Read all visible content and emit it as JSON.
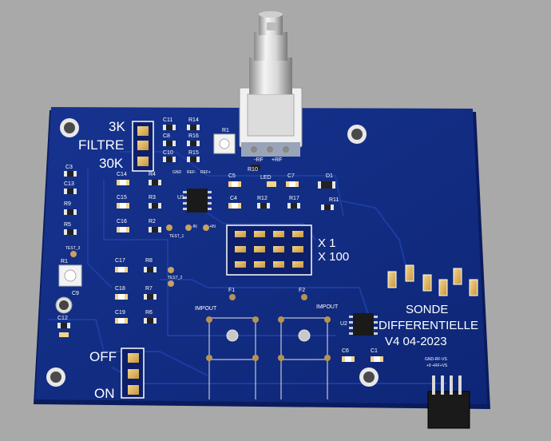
{
  "board": {
    "filter_labels": {
      "top": "3K",
      "mid": "FILTRE",
      "bottom": "30K"
    },
    "gain_labels": {
      "x1": "X 1",
      "x100": "X 100"
    },
    "power_labels": {
      "off": "OFF",
      "on": "ON"
    },
    "title_lines": [
      "SONDE",
      "DIFFERENTIELLE",
      "V4 04-2023"
    ],
    "connector_labels": {
      "line1": "GND-RF-VS",
      "line2": "+9 +RF+VS"
    },
    "bnc_labels": {
      "minus": "-RF",
      "plus": "+RF",
      "led": "LED"
    },
    "impout_labels": {
      "left": "IMPOUT",
      "right": "IMPOUT"
    },
    "fuse_labels": {
      "f1": "F1",
      "f2": "F2"
    },
    "test_labels": {
      "t1": "TEST_1",
      "t2": "TEST_2",
      "t3": "TEST_3"
    },
    "u1_pin_labels": {
      "gnd": "GND",
      "ref_minus": "REF-",
      "ref_plus": "REF+"
    },
    "rin_labels": {
      "minus": "-IN",
      "plus": "+IN"
    },
    "refs": {
      "C11": "C11",
      "R14": "R14",
      "C8": "C8",
      "R16": "R16",
      "C10": "C10",
      "R15": "R15",
      "R1_top": "R1",
      "R10": "R10",
      "C3": "C3",
      "C13": "C13",
      "R9": "R9",
      "R5": "R5",
      "R1_left": "R1",
      "C9": "C9",
      "C12": "C12",
      "C14": "C14",
      "R4": "R4",
      "C15": "C15",
      "R3": "R3",
      "C16": "C16",
      "R2": "R2",
      "C17": "C17",
      "R8": "R8",
      "C18": "C18",
      "R7": "R7",
      "C19": "C19",
      "R6": "R6",
      "U1": "U1",
      "C5": "C5",
      "C7": "C7",
      "D1": "D1",
      "C4": "C4",
      "R12": "R12",
      "R17": "R17",
      "R11": "R11",
      "U2": "U2",
      "C6": "C6",
      "C1": "C1"
    }
  }
}
